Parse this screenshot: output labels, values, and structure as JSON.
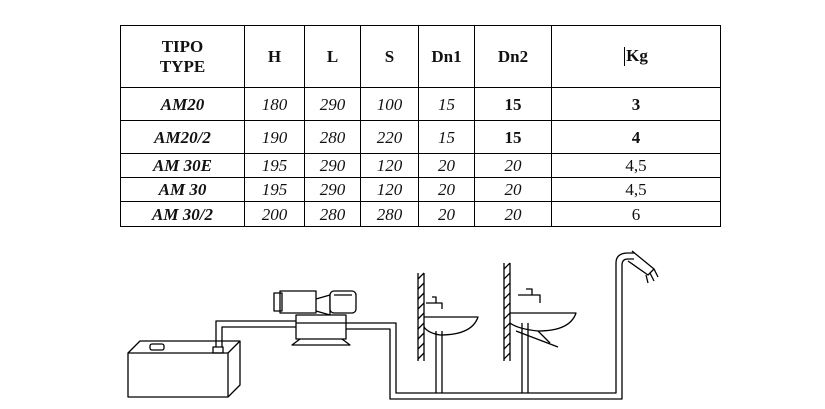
{
  "table": {
    "header": {
      "type_line1": "TIPO",
      "type_line2": "TYPE",
      "h": "H",
      "l": "L",
      "s": "S",
      "dn1": "Dn1",
      "dn2": "Dn2",
      "kg": "Kg"
    },
    "rows": [
      {
        "type": "AM20",
        "h": "180",
        "l": "290",
        "s": "100",
        "dn1": "15",
        "dn2": "15",
        "kg": "3"
      },
      {
        "type": "AM20/2",
        "h": "190",
        "l": "280",
        "s": "220",
        "dn1": "15",
        "dn2": "15",
        "kg": "4"
      },
      {
        "type": "AM 30E",
        "h": "195",
        "l": "290",
        "s": "120",
        "dn1": "20",
        "dn2": "20",
        "kg": "4,5"
      },
      {
        "type": "AM 30",
        "h": "195",
        "l": "290",
        "s": "120",
        "dn1": "20",
        "dn2": "20",
        "kg": "4,5"
      },
      {
        "type": "AM 30/2",
        "h": "200",
        "l": "280",
        "s": "280",
        "dn1": "20",
        "dn2": "20",
        "kg": "6"
      }
    ]
  },
  "diagram": {
    "components": [
      "tank",
      "pump",
      "wash-basin",
      "sink",
      "shower-head"
    ]
  }
}
